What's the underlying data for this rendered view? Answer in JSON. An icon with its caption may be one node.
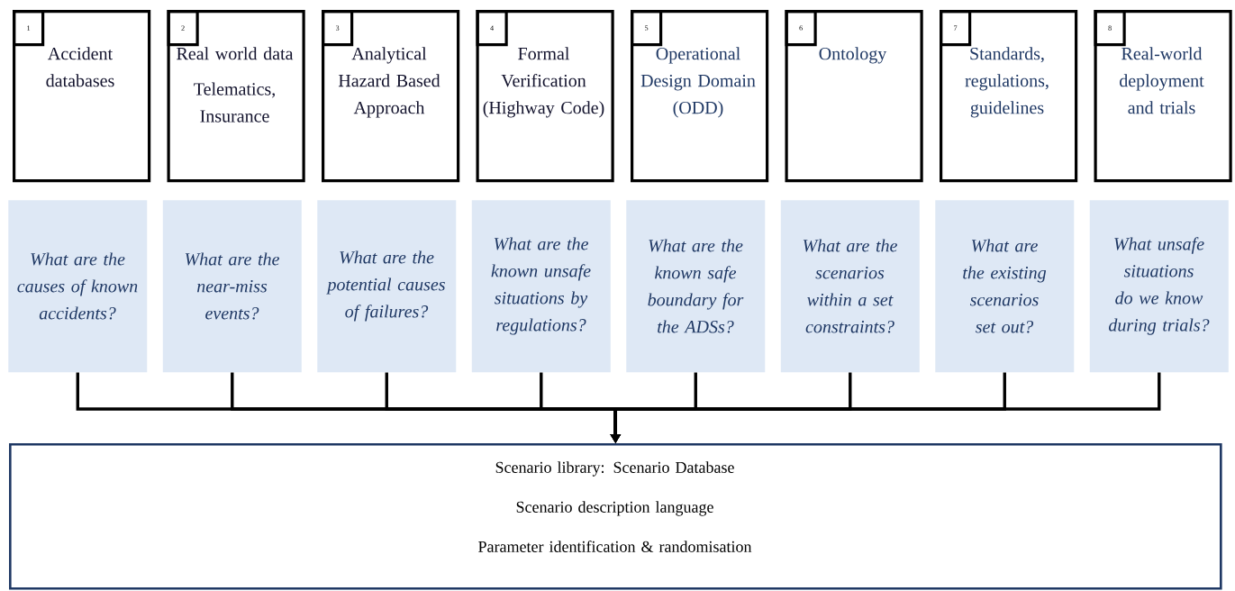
{
  "diagram": {
    "nodes": [
      {
        "text": [
          "1",
          "Accident databases"
        ]
      },
      {
        "text": [
          "2",
          "Real world data",
          "Telematics, Insurance"
        ]
      },
      {
        "text": [
          "3",
          "Analytical Hazard Based Approach"
        ]
      },
      {
        "text": [
          "4",
          "Formal Verification (Highway Code)"
        ]
      },
      {
        "text": [
          "5",
          "Operational Design Domain (ODD)"
        ]
      },
      {
        "text": [
          "6",
          "Ontology"
        ]
      },
      {
        "text": [
          "7",
          "Standards, regulations, guidelines"
        ]
      },
      {
        "text": [
          "8",
          "Real-world deployment and trials"
        ]
      },
      {
        "text": [
          "What are the causes of known accidents?"
        ]
      },
      {
        "text": [
          "What are the near-miss events?"
        ]
      },
      {
        "text": [
          "What are the potential causes of failures?"
        ]
      },
      {
        "text": [
          "What are the known unsafe situations by regulations?"
        ]
      },
      {
        "text": [
          "What are the known safe boundary for the ADSs?"
        ]
      },
      {
        "text": [
          "What are the scenarios within a set constraints?"
        ]
      },
      {
        "text": [
          "What are the existing scenarios set out?"
        ]
      },
      {
        "text": [
          "What unsafe situations do we know during trials?"
        ]
      },
      {
        "text": [
          "Scenario library: Scenario Database",
          "Scenario description language",
          "Parameter identification & randomisation"
        ]
      }
    ],
    "edges": [
      {
        "from": 8,
        "to": 16,
        "arrow": "to"
      },
      {
        "from": 9,
        "to": 16,
        "arrow": "to"
      },
      {
        "from": 10,
        "to": 16,
        "arrow": "to"
      },
      {
        "from": 11,
        "to": 16,
        "arrow": "to"
      },
      {
        "from": 12,
        "to": 16,
        "arrow": "to"
      },
      {
        "from": 13,
        "to": 16,
        "arrow": "to"
      },
      {
        "from": 14,
        "to": 16,
        "arrow": "to"
      },
      {
        "from": 15,
        "to": 16,
        "arrow": "to"
      }
    ]
  }
}
